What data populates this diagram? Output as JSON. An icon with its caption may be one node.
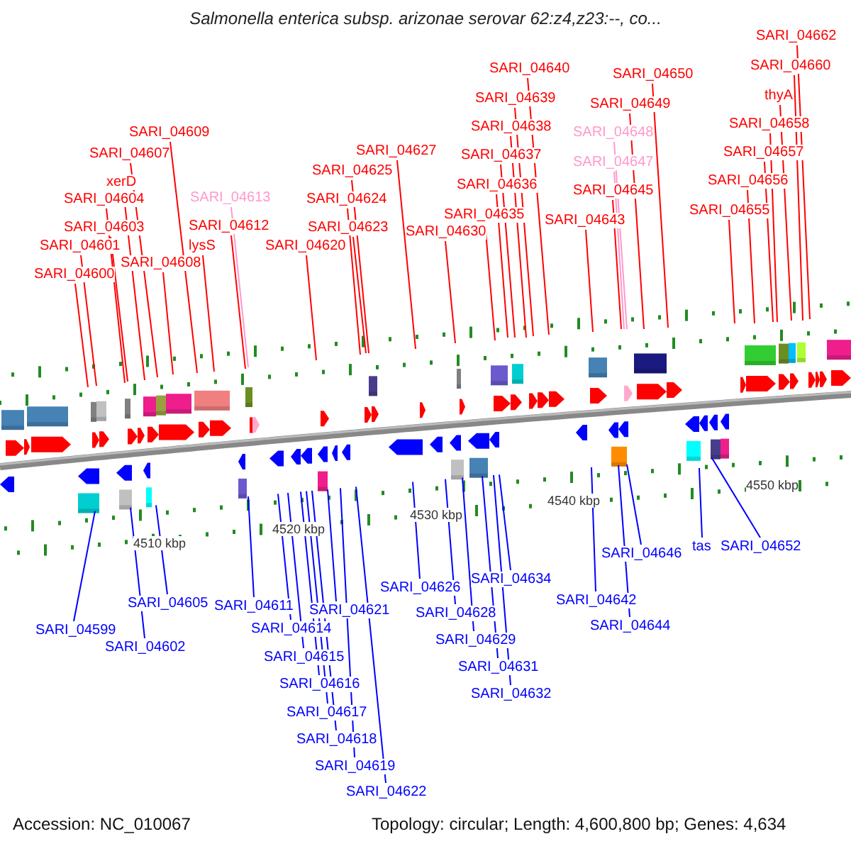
{
  "diagram": {
    "title": "Salmonella enterica subsp. arizonae serovar 62:z4,z23:--, co...",
    "nodes": [
      {
        "text": [
          "SARI_04600"
        ]
      },
      {
        "text": [
          "SARI_04601"
        ]
      },
      {
        "text": [
          "SARI_04603"
        ]
      },
      {
        "text": [
          "SARI_04604"
        ]
      },
      {
        "text": [
          "xerD"
        ]
      },
      {
        "text": [
          "SARI_04607"
        ]
      },
      {
        "text": [
          "SARI_04609"
        ]
      },
      {
        "text": [
          "SARI_04608"
        ]
      },
      {
        "text": [
          "lysS"
        ]
      },
      {
        "text": [
          "SARI_04612"
        ]
      },
      {
        "text": [
          "SARI_04613"
        ]
      },
      {
        "text": [
          "SARI_04620"
        ]
      },
      {
        "text": [
          "SARI_04623"
        ]
      },
      {
        "text": [
          "SARI_04624"
        ]
      },
      {
        "text": [
          "SARI_04625"
        ]
      },
      {
        "text": [
          "SARI_04627"
        ]
      },
      {
        "text": [
          "SARI_04630"
        ]
      },
      {
        "text": [
          "SARI_04635"
        ]
      },
      {
        "text": [
          "SARI_04636"
        ]
      },
      {
        "text": [
          "SARI_04637"
        ]
      },
      {
        "text": [
          "SARI_04638"
        ]
      },
      {
        "text": [
          "SARI_04639"
        ]
      },
      {
        "text": [
          "SARI_04640"
        ]
      },
      {
        "text": [
          "SARI_04643"
        ]
      },
      {
        "text": [
          "SARI_04645"
        ]
      },
      {
        "text": [
          "SARI_04647"
        ]
      },
      {
        "text": [
          "SARI_04648"
        ]
      },
      {
        "text": [
          "SARI_04649"
        ]
      },
      {
        "text": [
          "SARI_04650"
        ]
      },
      {
        "text": [
          "SARI_04655"
        ]
      },
      {
        "text": [
          "SARI_04656"
        ]
      },
      {
        "text": [
          "SARI_04657"
        ]
      },
      {
        "text": [
          "SARI_04658"
        ]
      },
      {
        "text": [
          "thyA"
        ]
      },
      {
        "text": [
          "SARI_04660"
        ]
      },
      {
        "text": [
          "SARI_04662"
        ]
      },
      {
        "text": [
          "SARI_04599"
        ]
      },
      {
        "text": [
          "SARI_04602"
        ]
      },
      {
        "text": [
          "SARI_04605"
        ]
      },
      {
        "text": [
          "SARI_04611"
        ]
      },
      {
        "text": [
          "SARI_04614"
        ]
      },
      {
        "text": [
          "SARI_04615"
        ]
      },
      {
        "text": [
          "SARI_04616"
        ]
      },
      {
        "text": [
          "SARI_04617"
        ]
      },
      {
        "text": [
          "SARI_04618"
        ]
      },
      {
        "text": [
          "SARI_04619"
        ]
      },
      {
        "text": [
          "SARI_04621"
        ]
      },
      {
        "text": [
          "SARI_04622"
        ]
      },
      {
        "text": [
          "SARI_04626"
        ]
      },
      {
        "text": [
          "SARI_04628"
        ]
      },
      {
        "text": [
          "SARI_04629"
        ]
      },
      {
        "text": [
          "SARI_04631"
        ]
      },
      {
        "text": [
          "SARI_04632"
        ]
      },
      {
        "text": [
          "SARI_04634"
        ]
      },
      {
        "text": [
          "SARI_04642"
        ]
      },
      {
        "text": [
          "SARI_04644"
        ]
      },
      {
        "text": [
          "SARI_04646"
        ]
      },
      {
        "text": [
          "tas"
        ]
      },
      {
        "text": [
          "SARI_04652"
        ]
      }
    ],
    "edges": [
      {
        "from": 0,
        "to": null,
        "arrow": "none"
      },
      {
        "from": 1,
        "to": null,
        "arrow": "none"
      },
      {
        "from": 2,
        "to": null,
        "arrow": "none"
      },
      {
        "from": 3,
        "to": null,
        "arrow": "none"
      },
      {
        "from": 4,
        "to": null,
        "arrow": "none"
      },
      {
        "from": 5,
        "to": null,
        "arrow": "none"
      },
      {
        "from": 6,
        "to": null,
        "arrow": "none"
      },
      {
        "from": 7,
        "to": null,
        "arrow": "none"
      },
      {
        "from": 8,
        "to": null,
        "arrow": "none"
      },
      {
        "from": 9,
        "to": null,
        "arrow": "none"
      },
      {
        "from": 10,
        "to": null,
        "arrow": "none",
        "color": "#ff99cc"
      },
      {
        "from": 11,
        "to": null,
        "arrow": "none"
      },
      {
        "from": 12,
        "to": null,
        "arrow": "none"
      },
      {
        "from": 13,
        "to": null,
        "arrow": "none"
      },
      {
        "from": 14,
        "to": null,
        "arrow": "none"
      },
      {
        "from": 15,
        "to": null,
        "arrow": "none"
      },
      {
        "from": 16,
        "to": null,
        "arrow": "none"
      },
      {
        "from": 17,
        "to": null,
        "arrow": "none"
      },
      {
        "from": 18,
        "to": null,
        "arrow": "none"
      },
      {
        "from": 19,
        "to": null,
        "arrow": "none"
      },
      {
        "from": 20,
        "to": null,
        "arrow": "none"
      },
      {
        "from": 21,
        "to": null,
        "arrow": "none"
      },
      {
        "from": 22,
        "to": null,
        "arrow": "none"
      },
      {
        "from": 23,
        "to": null,
        "arrow": "none"
      },
      {
        "from": 24,
        "to": null,
        "arrow": "none"
      },
      {
        "from": 25,
        "to": null,
        "arrow": "none",
        "color": "#ff99cc"
      },
      {
        "from": 26,
        "to": null,
        "arrow": "none",
        "color": "#ff99cc"
      },
      {
        "from": 27,
        "to": null,
        "arrow": "none"
      },
      {
        "from": 28,
        "to": null,
        "arrow": "none"
      },
      {
        "from": 29,
        "to": null,
        "arrow": "none"
      },
      {
        "from": 30,
        "to": null,
        "arrow": "none"
      },
      {
        "from": 31,
        "to": null,
        "arrow": "none"
      },
      {
        "from": 32,
        "to": null,
        "arrow": "none"
      },
      {
        "from": 33,
        "to": null,
        "arrow": "none"
      },
      {
        "from": 34,
        "to": null,
        "arrow": "none"
      },
      {
        "from": 35,
        "to": null,
        "arrow": "none"
      },
      {
        "from": 36,
        "to": null,
        "arrow": "none",
        "color": "#0000ff"
      },
      {
        "from": 37,
        "to": null,
        "arrow": "none",
        "color": "#0000ff"
      },
      {
        "from": 38,
        "to": null,
        "arrow": "none",
        "color": "#0000ff"
      },
      {
        "from": 39,
        "to": null,
        "arrow": "none",
        "color": "#0000ff"
      },
      {
        "from": 40,
        "to": null,
        "arrow": "none",
        "color": "#0000ff"
      },
      {
        "from": 41,
        "to": null,
        "arrow": "none",
        "color": "#0000ff"
      },
      {
        "from": 42,
        "to": null,
        "arrow": "none",
        "color": "#0000ff"
      },
      {
        "from": 43,
        "to": null,
        "arrow": "none",
        "color": "#0000ff"
      },
      {
        "from": 44,
        "to": null,
        "arrow": "none",
        "color": "#0000ff"
      },
      {
        "from": 45,
        "to": null,
        "arrow": "none",
        "color": "#0000ff"
      },
      {
        "from": 46,
        "to": null,
        "arrow": "none",
        "color": "#0000ff"
      },
      {
        "from": 47,
        "to": null,
        "arrow": "none",
        "color": "#0000ff"
      },
      {
        "from": 48,
        "to": null,
        "arrow": "none",
        "color": "#0000ff"
      },
      {
        "from": 49,
        "to": null,
        "arrow": "none",
        "color": "#0000ff"
      },
      {
        "from": 50,
        "to": null,
        "arrow": "none",
        "color": "#0000ff"
      },
      {
        "from": 51,
        "to": null,
        "arrow": "none",
        "color": "#0000ff"
      },
      {
        "from": 52,
        "to": null,
        "arrow": "none",
        "color": "#0000ff"
      },
      {
        "from": 53,
        "to": null,
        "arrow": "none",
        "color": "#0000ff"
      },
      {
        "from": 54,
        "to": null,
        "arrow": "none",
        "color": "#0000ff"
      },
      {
        "from": 55,
        "to": null,
        "arrow": "none",
        "color": "#0000ff"
      },
      {
        "from": 56,
        "to": null,
        "arrow": "none",
        "color": "#0000ff"
      },
      {
        "from": 57,
        "to": null,
        "arrow": "none",
        "color": "#0000ff"
      },
      {
        "from": 58,
        "to": null,
        "arrow": "none",
        "color": "#0000ff"
      }
    ],
    "labels": [
      "4510 kbp",
      "4520 kbp",
      "4530 kbp",
      "4540 kbp",
      "4550 kbp",
      "Accession: NC_010067",
      "Topology: circular; Length: 4,600,800 bp; Genes: 4,634"
    ]
  }
}
